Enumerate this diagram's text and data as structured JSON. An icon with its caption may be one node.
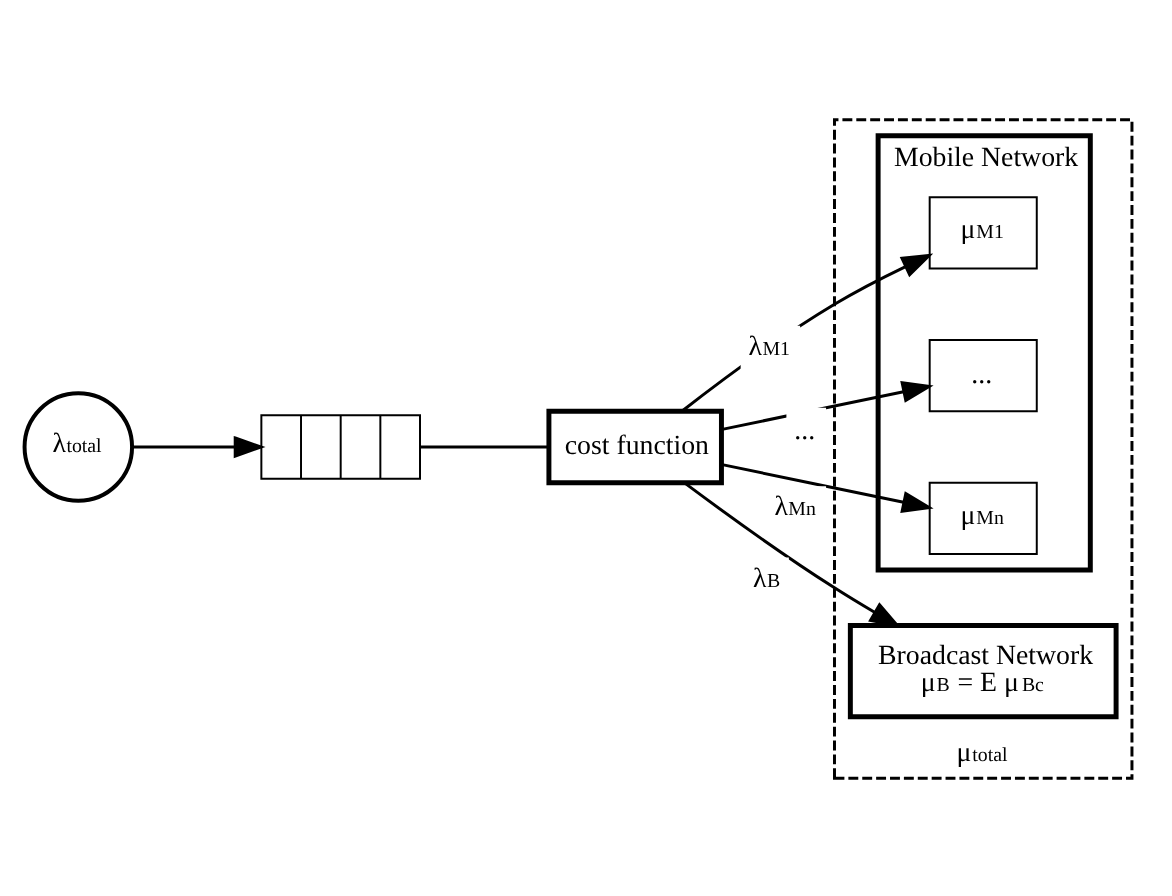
{
  "diagram": {
    "nodes": [
      {
        "text": [
          "λ$_{total}$"
        ]
      },
      {
        "text": [],
        "shape": "queue"
      },
      {
        "text": [
          "cost function"
        ]
      },
      {
        "text": [
          "μ$_{total}$"
        ]
      },
      {
        "text": [
          "Broadcast Network",
          "μ$_{B}$ = E μ$_{Bc}$"
        ],
        "in": 3
      },
      {
        "text": [
          "Mobile Network"
        ],
        "in": 3
      },
      {
        "text": [
          "μ$_{M1}$"
        ],
        "in": 5
      },
      {
        "text": [
          "..."
        ],
        "in": 5
      },
      {
        "text": [
          "μ$_{Mn}$"
        ],
        "in": 5
      }
    ],
    "edges": [
      {
        "from": 0,
        "to": 1,
        "arrow": "to"
      },
      {
        "from": 1,
        "to": 2,
        "arrow": "none"
      },
      {
        "from": 2,
        "to": 4,
        "arrow": "to",
        "label": "λ$_{B}$"
      },
      {
        "from": 2,
        "to": 6,
        "arrow": "to",
        "label": "λ$_{M1}$"
      },
      {
        "from": 2,
        "to": 7,
        "arrow": "to",
        "label": "..."
      },
      {
        "from": 2,
        "to": 8,
        "arrow": "to",
        "label": "λ$_{Mn}$"
      }
    ]
  }
}
